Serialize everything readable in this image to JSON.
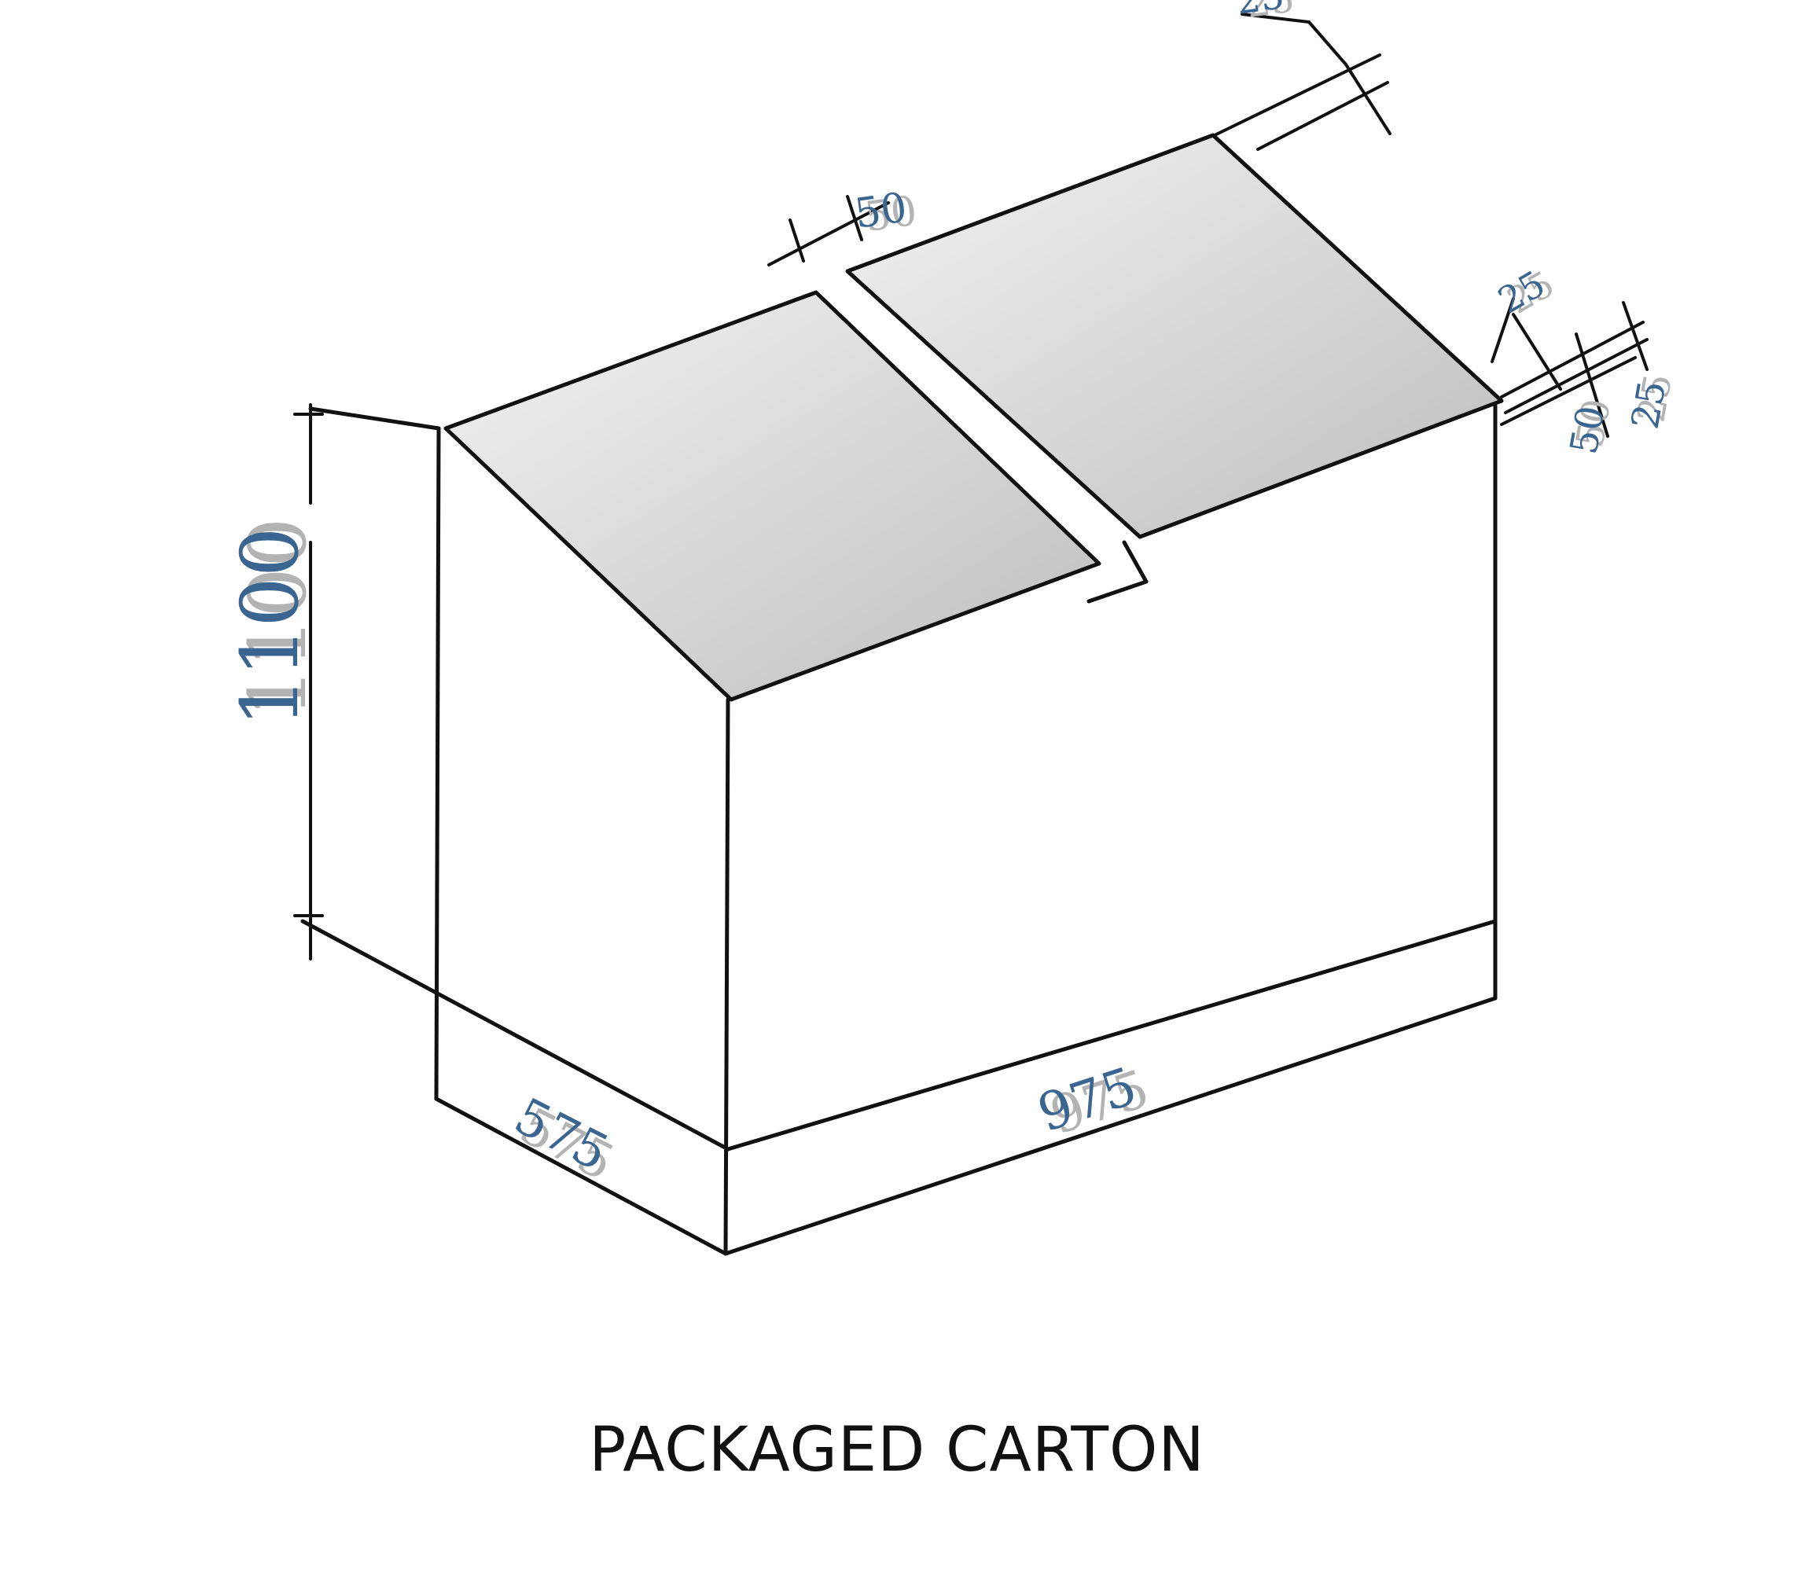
{
  "caption": "PACKAGED CARTON",
  "dimensions": {
    "height": "1100",
    "depth": "575",
    "width": "975",
    "top_gap": "50",
    "top_right_offset": "25",
    "right_offset": "25",
    "right_stack_50": "50",
    "right_stack_25": "25"
  },
  "colors": {
    "dimension_text": "#3a6590",
    "dimension_shadow": "#b3b3b3",
    "line": "#111111"
  }
}
